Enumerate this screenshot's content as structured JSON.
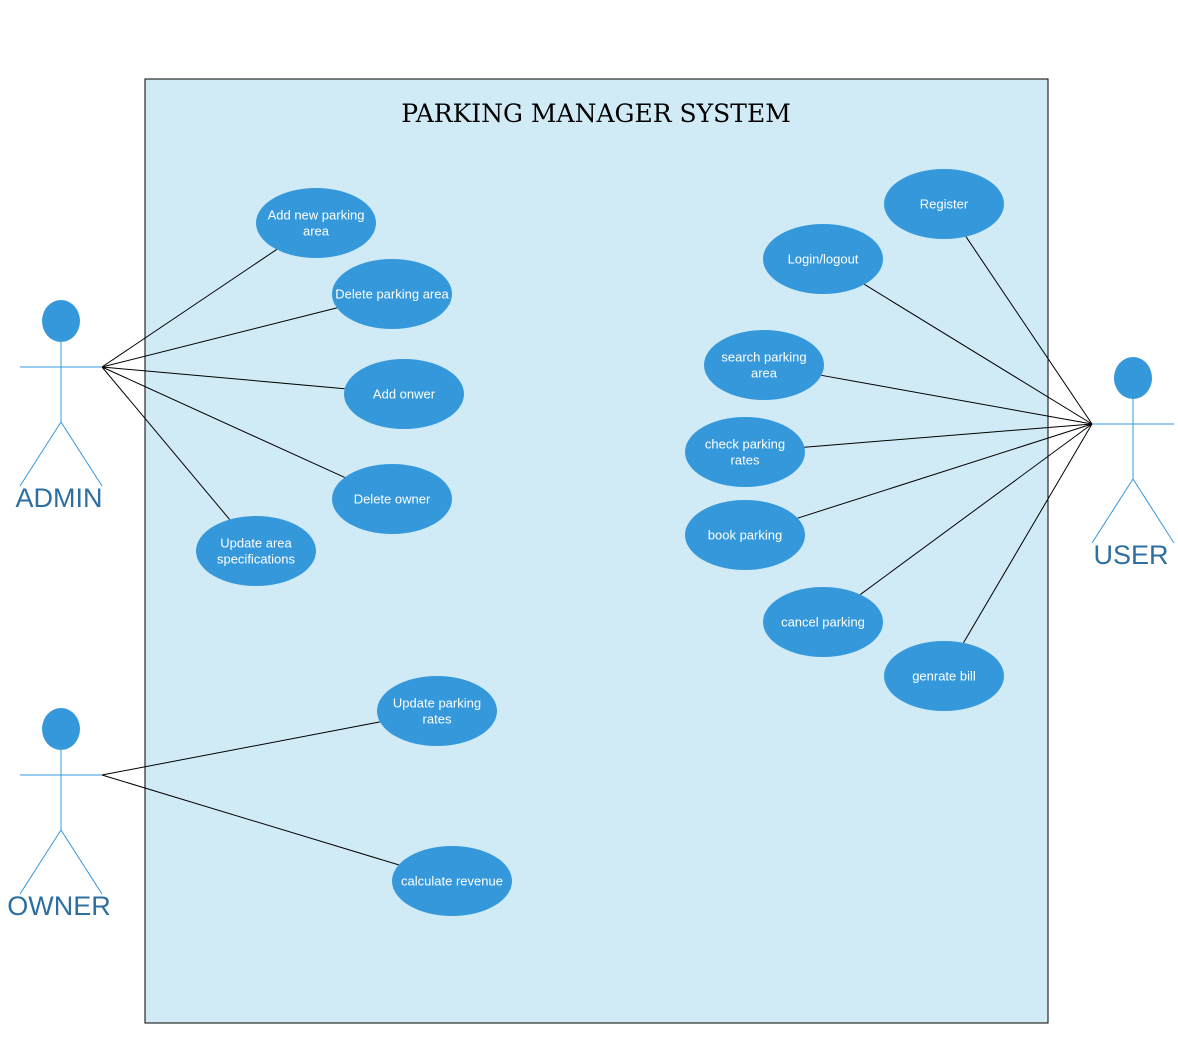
{
  "diagram": {
    "title": "PARKING MANAGER SYSTEM",
    "colors": {
      "boundary_fill": "#d0ebf6",
      "boundary_stroke": "#000000",
      "usecase_fill": "#3498db",
      "usecase_text": "#ffffff",
      "actor_stroke": "#3498db",
      "actor_head": "#3498db",
      "actor_label": "#2c6fa0",
      "connector": "#000000"
    },
    "actors": {
      "admin": {
        "label": "ADMIN"
      },
      "owner": {
        "label": "OWNER"
      },
      "user": {
        "label": "USER"
      }
    },
    "usecases": {
      "add_parking_area": [
        "Add new parking",
        "area"
      ],
      "delete_parking_area": [
        "Delete parking area"
      ],
      "add_owner": [
        "Add onwer"
      ],
      "delete_owner": [
        "Delete owner"
      ],
      "update_area_specs": [
        "Update area",
        "specifications"
      ],
      "update_parking_rates": [
        "Update parking",
        "rates"
      ],
      "calculate_revenue": [
        "calculate revenue"
      ],
      "register": [
        "Register"
      ],
      "login_logout": [
        "Login/logout"
      ],
      "search_parking_area": [
        "search parking",
        "area"
      ],
      "check_parking_rates": [
        "check parking",
        "rates"
      ],
      "book_parking": [
        "book parking"
      ],
      "cancel_parking": [
        "cancel parking"
      ],
      "generate_bill": [
        "genrate bill"
      ]
    },
    "associations": [
      [
        "admin",
        "add_parking_area"
      ],
      [
        "admin",
        "delete_parking_area"
      ],
      [
        "admin",
        "add_owner"
      ],
      [
        "admin",
        "delete_owner"
      ],
      [
        "admin",
        "update_area_specs"
      ],
      [
        "owner",
        "update_parking_rates"
      ],
      [
        "owner",
        "calculate_revenue"
      ],
      [
        "user",
        "register"
      ],
      [
        "user",
        "login_logout"
      ],
      [
        "user",
        "search_parking_area"
      ],
      [
        "user",
        "check_parking_rates"
      ],
      [
        "user",
        "book_parking"
      ],
      [
        "user",
        "cancel_parking"
      ],
      [
        "user",
        "generate_bill"
      ]
    ]
  }
}
